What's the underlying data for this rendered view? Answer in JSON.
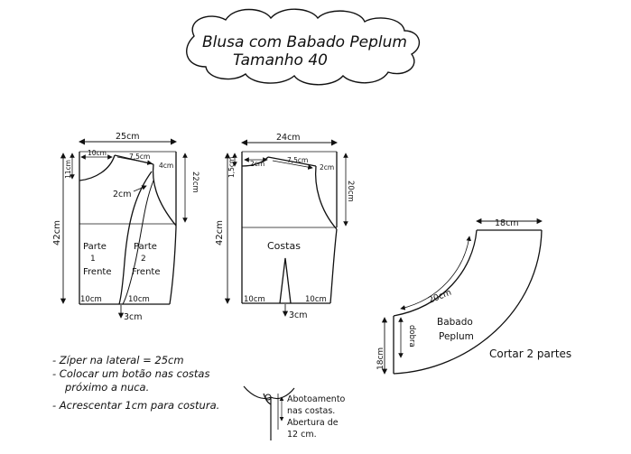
{
  "title": {
    "line1": "Blusa com Babado Peplum",
    "line2": "Tamanho 40"
  },
  "front": {
    "width_top": "25cm",
    "neck_width": "10cm",
    "shoulder": "7,5cm",
    "dart_top": "4cm",
    "neck_depth": "11cm",
    "armhole_depth": "22cm",
    "total_height": "42cm",
    "overlap": "2cm",
    "part1_l1": "Parte",
    "part1_l2": "1",
    "part1_l3": "Frente",
    "part2_l1": "Parte",
    "part2_l2": "2",
    "part2_l3": "Frente",
    "bottom_left": "10cm",
    "bottom_right": "10cm",
    "bottom_extra": "3cm"
  },
  "back": {
    "width_top": "24cm",
    "neck_width": "2cm",
    "shoulder": "7,5cm",
    "dart_top": "2cm",
    "neck_depth": "1,5cm",
    "armhole_depth": "20cm",
    "total_height": "42cm",
    "label": "Costas",
    "bottom_left": "10cm",
    "bottom_right": "10cm",
    "dart_bottom": "3cm"
  },
  "peplum": {
    "top": "18cm",
    "inner_curve": "20cm",
    "fold": "dobra",
    "height": "18cm",
    "label1": "Babado",
    "label2": "Peplum",
    "cut_note": "Cortar 2 partes"
  },
  "notes": [
    "- Zíper na lateral = 25cm",
    "- Colocar um botão nas costas",
    "próximo a nuca.",
    "- Acrescentar 1cm para costura."
  ],
  "closure": {
    "l1": "Abotoamento",
    "l2": "nas costas.",
    "l3": "Abertura de",
    "l4": "12 cm."
  }
}
